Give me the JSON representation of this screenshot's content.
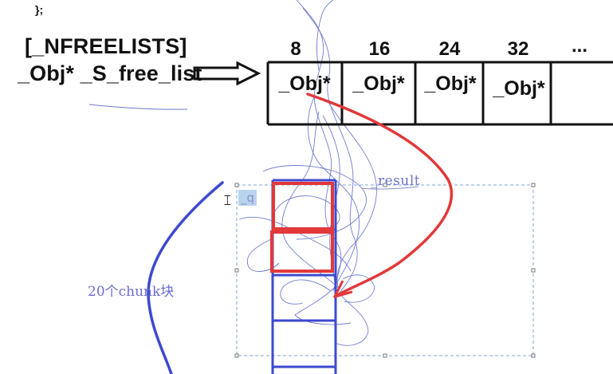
{
  "code": {
    "closing_line": "};"
  },
  "header": {
    "title_line1": "[_NFREELISTS]",
    "title_line2": "_Obj* _S_free_list"
  },
  "free_list": {
    "columns": [
      {
        "size": "8",
        "cell": "_Obj*"
      },
      {
        "size": "16",
        "cell": "_Obj*"
      },
      {
        "size": "24",
        "cell": "_Obj*"
      },
      {
        "size": "32",
        "cell": "_Obj*"
      },
      {
        "size": "...",
        "cell": ""
      }
    ]
  },
  "annotations": {
    "result": "_result",
    "q": "_q",
    "chunk_count": "20个chunk块"
  },
  "colors": {
    "table_border": "#111111",
    "chunk_blue": "#3d49d0",
    "highlight_red": "#e2383a",
    "sketch_blue": "#5a66c9",
    "selection_dash": "#7fa7d6"
  }
}
